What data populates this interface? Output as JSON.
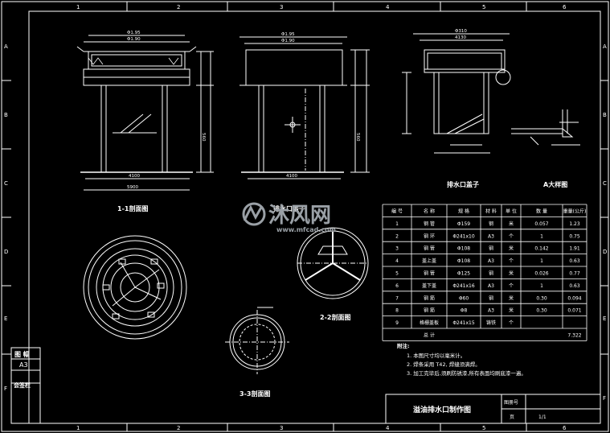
{
  "border": {
    "col_marks": [
      "1",
      "2",
      "3",
      "4",
      "5",
      "6"
    ],
    "row_marks": [
      "A",
      "B",
      "C",
      "D",
      "E",
      "F"
    ]
  },
  "left_strip": {
    "title": "图 幅",
    "size": "A3",
    "sign": "会签栏"
  },
  "views": {
    "section_1": "1-1剖面图",
    "section_2": "2-2剖面图",
    "section_3": "3-3剖面图",
    "side_view": "排水口盖子",
    "outlet_cap": "排水口盖子",
    "detail_a": "A大样图",
    "dims": {
      "top_outer": "Φ1.95",
      "top_inner": "Φ1.90",
      "pipe_w": "4100",
      "base_w": "5900",
      "side_h": "560",
      "cap_w": "4130",
      "cap_outer": "Φ310"
    }
  },
  "watermark": {
    "brand": "沐风网",
    "url": "www.mfcad.com"
  },
  "table": {
    "headers": [
      "编 号",
      "名 称",
      "规 格",
      "材 料",
      "单 位",
      "数 量",
      "重量(公斤)"
    ],
    "rows": [
      [
        "1",
        "钢 管",
        "Φ159",
        "钢",
        "米",
        "0.057",
        "1.23"
      ],
      [
        "2",
        "钢 环",
        "Φ241x10",
        "A3",
        "个",
        "1",
        "0.75"
      ],
      [
        "3",
        "钢 管",
        "Φ108",
        "钢",
        "米",
        "0.142",
        "1.91"
      ],
      [
        "4",
        "盖上盖",
        "Φ108",
        "A3",
        "个",
        "1",
        "0.63"
      ],
      [
        "5",
        "钢 管",
        "Φ125",
        "钢",
        "米",
        "0.026",
        "0.77"
      ],
      [
        "6",
        "盖下盖",
        "Φ241x16",
        "A3",
        "个",
        "1",
        "0.63"
      ],
      [
        "7",
        "钢 筋",
        "Φ60",
        "钢",
        "米",
        "0.30",
        "0.094"
      ],
      [
        "8",
        "钢 筋",
        "Φ8",
        "A3",
        "米",
        "0.30",
        "0.071"
      ],
      [
        "9",
        "格栅盖板",
        "Φ241x15",
        "铸铁",
        "个",
        "",
        ""
      ]
    ],
    "total_label": "总 计",
    "total_value": "7.322"
  },
  "notes": {
    "heading": "附注:",
    "items": [
      "1. 本图尺寸均以毫米计。",
      "2. 焊条采用 T42, 焊缝须满焊。",
      "3. 加工完毕后,须刷防锈漆,所有表面均刷底漆一遍。"
    ]
  },
  "title_block": {
    "drawing_title": "溢油排水口制作图",
    "drawing_no_label": "图册号",
    "page_label": "页",
    "page_value": "1/1"
  }
}
